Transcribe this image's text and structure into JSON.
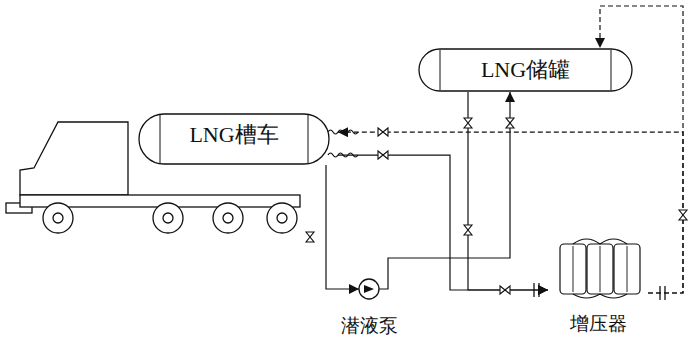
{
  "diagram": {
    "nodes": [
      {
        "text": [
          "LNG储罐"
        ]
      },
      {
        "text": [
          "LNG槽车"
        ]
      },
      {
        "text": [
          "潜液泵"
        ]
      },
      {
        "text": [
          "增压器"
        ]
      }
    ],
    "edges": [
      {
        "from": 1,
        "to": 2,
        "arrow": "to"
      },
      {
        "from": 2,
        "to": 0,
        "arrow": "to"
      },
      {
        "from": 1,
        "to": 3,
        "arrow": "to"
      },
      {
        "from": 0,
        "to": 3,
        "arrow": "to"
      },
      {
        "from": 3,
        "to": 0,
        "arrow": "to"
      },
      {
        "from": 3,
        "to": 1,
        "arrow": "to"
      }
    ]
  }
}
